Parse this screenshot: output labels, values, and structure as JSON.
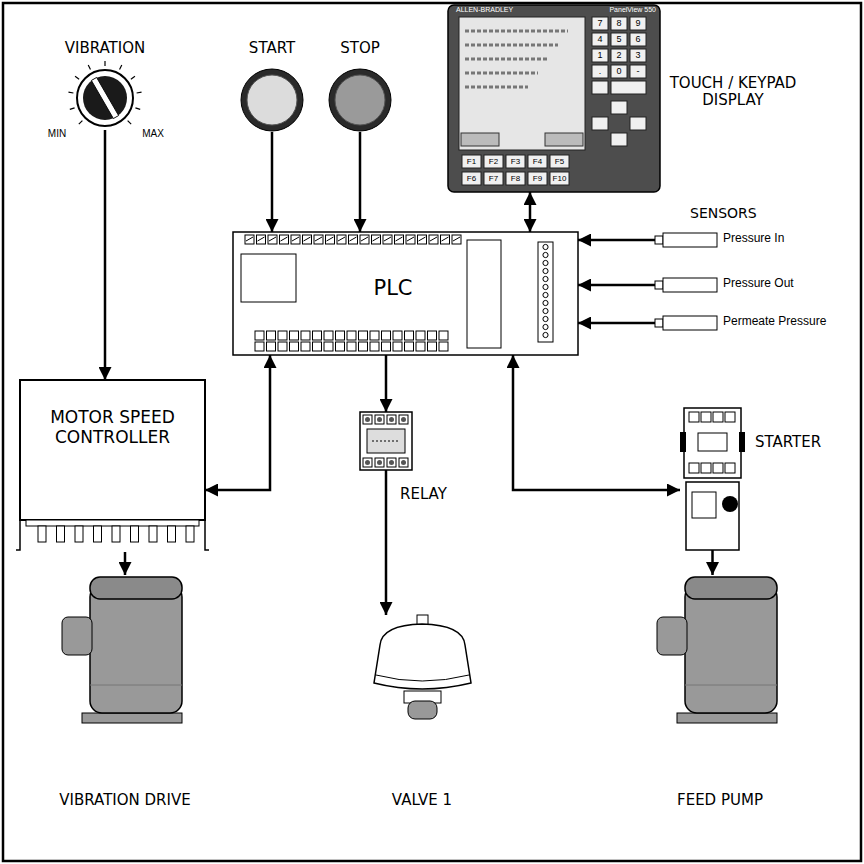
{
  "diagram": {
    "nodes": [
      {
        "text": [
          "VIBRATION"
        ]
      },
      {
        "text": [
          "START"
        ]
      },
      {
        "text": [
          "STOP"
        ]
      },
      {
        "text": [
          "TOUCH / KEYPAD DISPLAY"
        ]
      },
      {
        "text": [
          "PLC"
        ]
      },
      {
        "text": [
          "Pressure In"
        ]
      },
      {
        "text": [
          "Pressure Out"
        ]
      },
      {
        "text": [
          "Permeate Pressure"
        ]
      },
      {
        "text": [
          "MOTOR SPEED CONTROLLER"
        ]
      },
      {
        "text": [
          "RELAY"
        ]
      },
      {
        "text": [
          "STARTER"
        ]
      },
      {
        "text": [
          "VIBRATION DRIVE"
        ]
      },
      {
        "text": [
          "VALVE 1"
        ]
      },
      {
        "text": [
          "FEED PUMP"
        ]
      }
    ],
    "edges": [
      {
        "from": 0,
        "to": 8,
        "arrow": "to"
      },
      {
        "from": 1,
        "to": 4,
        "arrow": "to"
      },
      {
        "from": 2,
        "to": 4,
        "arrow": "to"
      },
      {
        "from": 3,
        "to": 4,
        "arrow": "both"
      },
      {
        "from": 5,
        "to": 4,
        "arrow": "to"
      },
      {
        "from": 6,
        "to": 4,
        "arrow": "to"
      },
      {
        "from": 7,
        "to": 4,
        "arrow": "to"
      },
      {
        "from": 4,
        "to": 8,
        "arrow": "both"
      },
      {
        "from": 4,
        "to": 9,
        "arrow": "to"
      },
      {
        "from": 9,
        "to": 12,
        "arrow": "to"
      },
      {
        "from": 4,
        "to": 10,
        "arrow": "both"
      },
      {
        "from": 8,
        "to": 11,
        "arrow": "to"
      },
      {
        "from": 10,
        "to": 13,
        "arrow": "to"
      }
    ],
    "labels": [
      "SENSORS",
      "MIN",
      "MAX",
      "ALLEN-BRADLEY",
      "PanelView 550",
      "7",
      "8",
      "9",
      "4",
      "5",
      "6",
      "1",
      "2",
      "3",
      ".",
      "0",
      "-",
      "F1",
      "F2",
      "F3",
      "F4",
      "F5",
      "F6",
      "F7",
      "F8",
      "F9",
      "F10"
    ]
  }
}
